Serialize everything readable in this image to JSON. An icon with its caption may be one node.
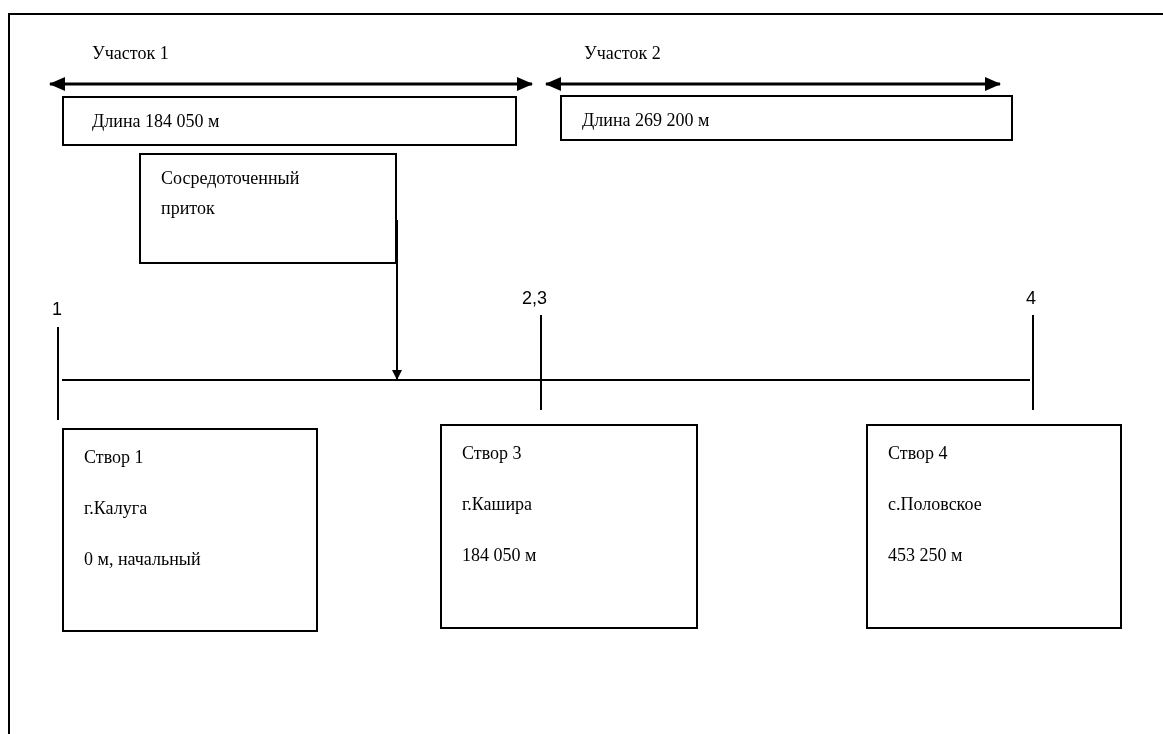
{
  "diagram": {
    "nodes": [
      {
        "text": [
          "Длина 184 050 м"
        ]
      },
      {
        "text": [
          "Длина 269 200 м"
        ]
      },
      {
        "text": [
          "Сосредоточенный приток"
        ]
      },
      {
        "text": [
          "Створ 1",
          "г.Калуга",
          "0 м, начальный"
        ]
      },
      {
        "text": [
          "Створ 3",
          "г.Кашира",
          "184 050 м"
        ]
      },
      {
        "text": [
          "Створ 4",
          "с.Половское",
          "453 250 м"
        ]
      },
      {
        "text": [],
        "shape": "bar"
      }
    ],
    "edges": [
      {
        "from": 2,
        "to": 6,
        "arrow": "to"
      }
    ],
    "labels": [
      "Участок 1",
      "Участок 2",
      "1",
      "2,3",
      "4"
    ]
  }
}
